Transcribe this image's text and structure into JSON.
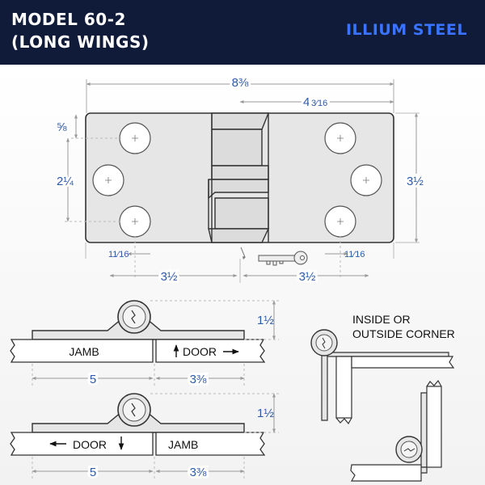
{
  "header": {
    "title_line1": "MODEL 60-2",
    "title_line2": "(LONG WINGS)",
    "brand": "ILLIUM STEEL"
  },
  "dimensions": {
    "overall_width": "8⅜",
    "half_width": "4",
    "half_width_frac": "3⁄16",
    "top_hole_offset": "⅝",
    "hole_spacing": "2¼",
    "height": "3½",
    "edge_offset_left": "11⁄16",
    "edge_offset_right": "11⁄16",
    "hole_to_center_left": "3½",
    "hole_to_center_right": "3½",
    "jamb_width": "5",
    "door_width": "3⅜",
    "knuckle_height": "1½"
  },
  "labels": {
    "jamb": "JAMB",
    "door": "DOOR",
    "corner_line1": "INSIDE OR",
    "corner_line2": "OUTSIDE CORNER"
  },
  "colors": {
    "header_bg": "#0f1b38",
    "brand": "#3a73ff",
    "dimension_text": "#2f5aa8",
    "plate": "#e6e6e6",
    "outline": "#333333"
  }
}
